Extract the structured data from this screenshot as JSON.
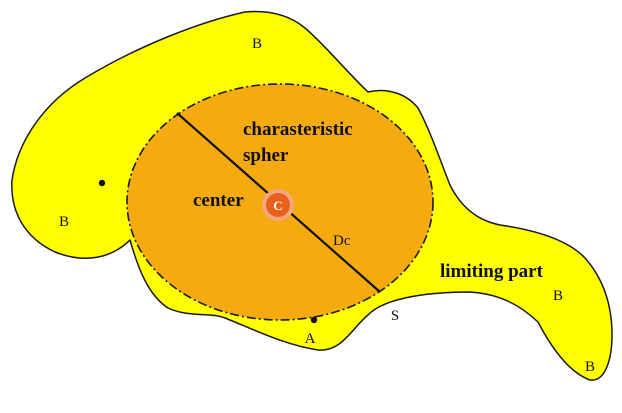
{
  "colors": {
    "background": "#ffffff",
    "region_fill": "#ffff00",
    "region_stroke": "#1a1a1a",
    "sphere_fill": "#f5ab10",
    "sphere_stroke": "#1a1a1a",
    "center_fill": "#e8601c",
    "center_ring": "#f4a77e",
    "diameter_line": "#111111"
  },
  "labels": {
    "b_top": "B",
    "b_left": "B",
    "b_right_upper": "B",
    "b_right_lower": "B",
    "characteristic_line1": "charasteristic",
    "characteristic_line2": "spher",
    "center": "center",
    "center_marker": "C",
    "diameter": "Dc",
    "limiting_part": "limiting part",
    "point_a": "A",
    "point_s": "S"
  }
}
